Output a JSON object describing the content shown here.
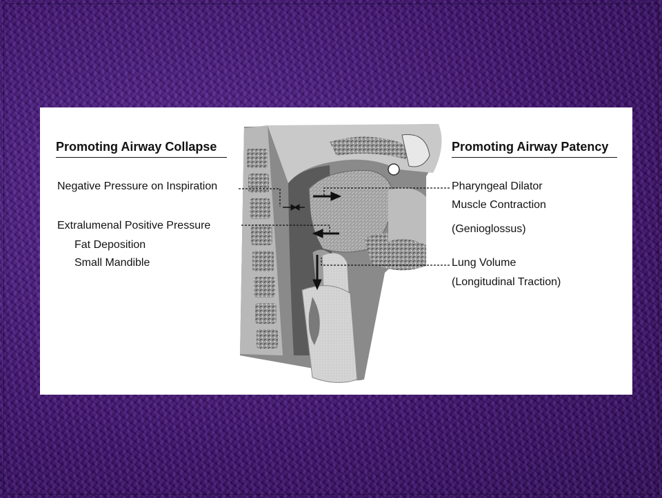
{
  "left_header": "Promoting Airway Collapse",
  "right_header": "Promoting Airway Patency",
  "left_labels": {
    "negative_pressure": "Negative Pressure on Inspiration",
    "extraluminal": "Extralumenal Positive Pressure",
    "fat": "Fat Deposition",
    "mandible": "Small Mandible"
  },
  "right_labels": {
    "dilator_line1": "Pharyngeal Dilator",
    "dilator_line2": "Muscle Contraction",
    "dilator_line3": "(Genioglossus)",
    "lung_line1": "Lung Volume",
    "lung_line2": "(Longitudinal Traction)"
  },
  "colors": {
    "background": "#4a1a7e",
    "slide": "#ffffff",
    "text": "#111111"
  }
}
